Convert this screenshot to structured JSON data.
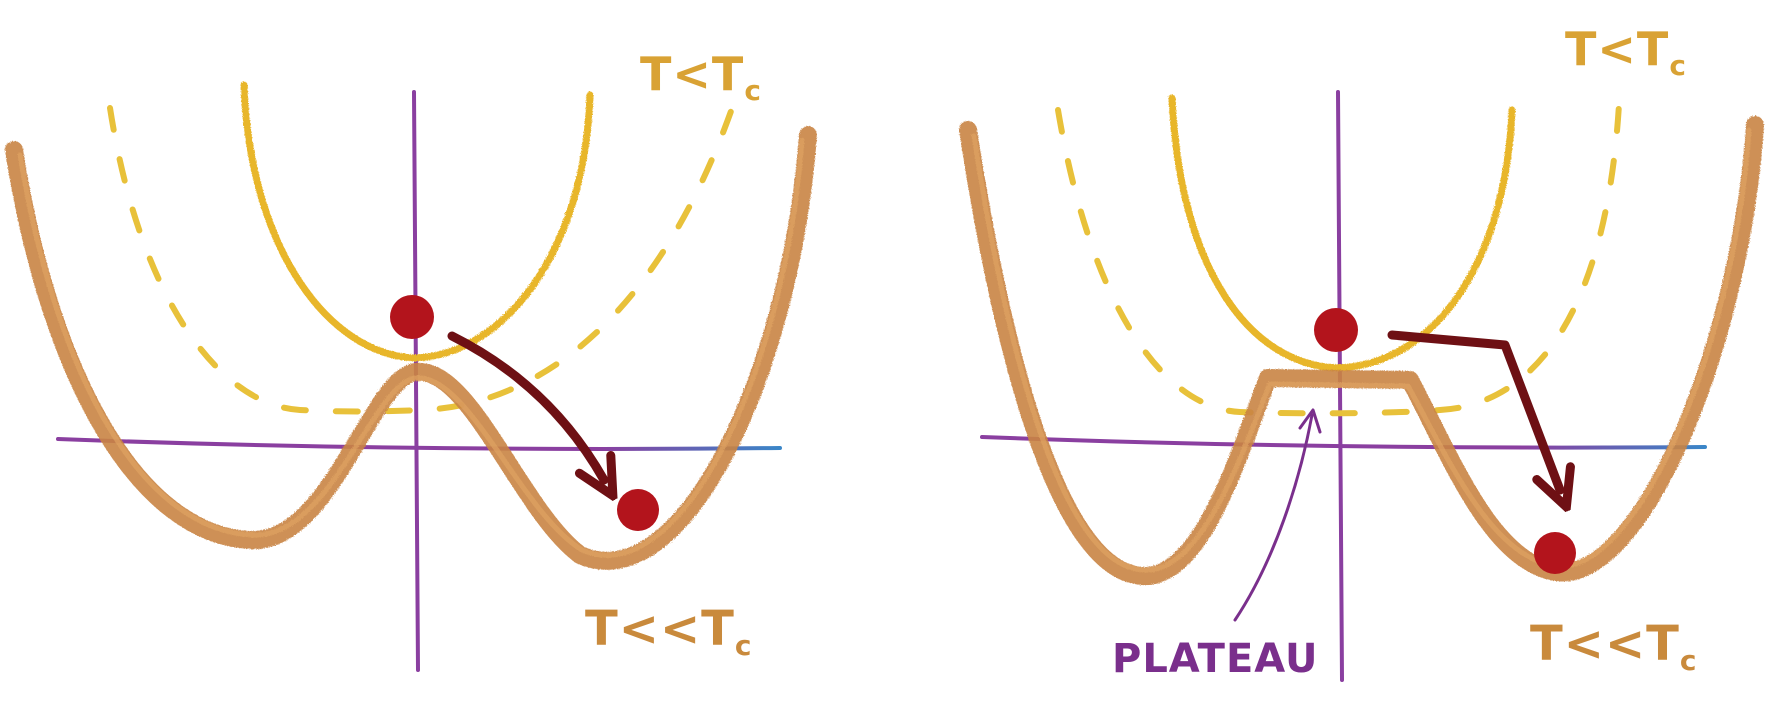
{
  "panels": [
    {
      "id": "left",
      "label_upper": "T<T",
      "label_upper_sub": "c",
      "label_lower": "T<<T",
      "label_lower_sub": "c"
    },
    {
      "id": "right",
      "label_upper": "T<T",
      "label_upper_sub": "c",
      "label_lower": "T<<T",
      "label_lower_sub": "c",
      "annotation": "PLATEAU"
    }
  ],
  "colors": {
    "axis": "#8a3fa0",
    "axis_right_tint": "#3a86c8",
    "upper_curve": "#e8b62c",
    "dashed_curve": "#e8c13a",
    "double_well": "#c98442",
    "ball": "#b3141c",
    "arrow": "#6e1014",
    "annotation": "#7a2f8c"
  }
}
